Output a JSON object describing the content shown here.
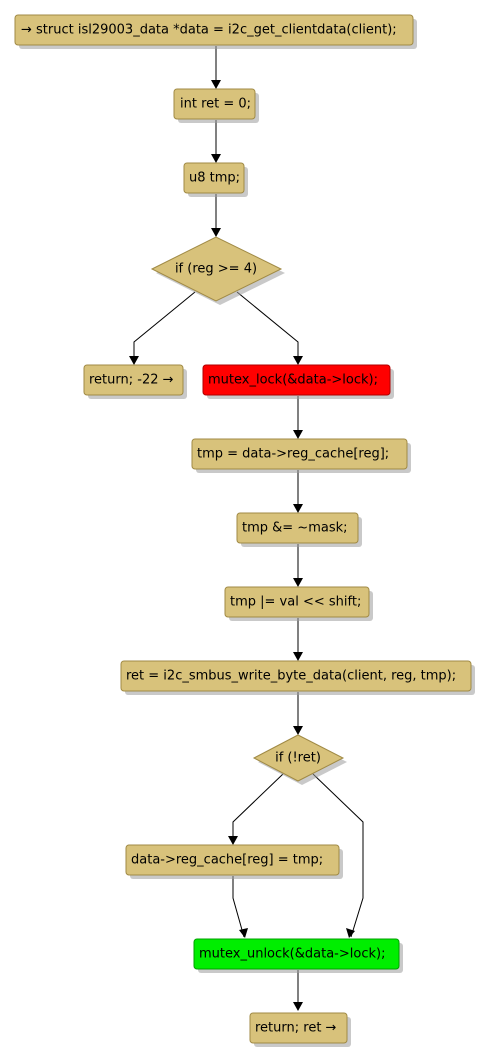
{
  "flowchart": {
    "n1": "→ struct isl29003_data *data = i2c_get_clientdata(client);",
    "n2": "int ret = 0;",
    "n3": "u8 tmp;",
    "d1": "if (reg >= 4)",
    "n4": "return; -22 →",
    "n5": "mutex_lock(&data->lock);",
    "n6": "tmp = data->reg_cache[reg];",
    "n7": "tmp &= ~mask;",
    "n8": "tmp |= val << shift;",
    "n9": "ret = i2c_smbus_write_byte_data(client, reg, tmp);",
    "d2": "if (!ret)",
    "n10": "data->reg_cache[reg] = tmp;",
    "n11": "mutex_unlock(&data->lock);",
    "n12": "return; ret →"
  },
  "colors": {
    "node_fill": "#d8c27b",
    "lock_fill": "#ff0000",
    "unlock_fill": "#00ee00"
  }
}
